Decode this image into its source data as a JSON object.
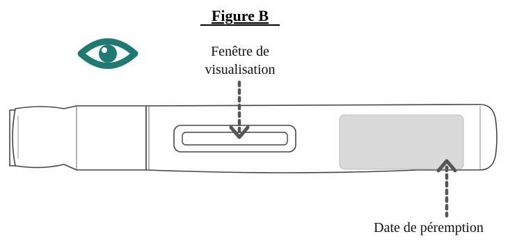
{
  "figure": {
    "title": "Figure B",
    "window_label_line1": "Fenêtre de",
    "window_label_line2": "visualisation",
    "expiry_label": "Date de péremption"
  },
  "colors": {
    "eye_icon": "#1f7a74",
    "outline": "#444444",
    "label_area": "#d9d9d9",
    "arrow": "#555555"
  },
  "icons": {
    "view": "eye-icon"
  }
}
